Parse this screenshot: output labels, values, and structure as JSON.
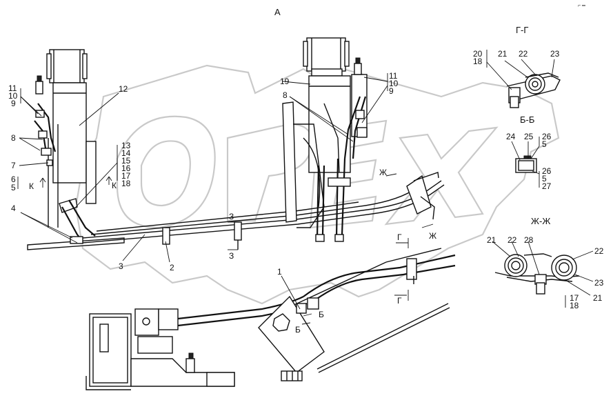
{
  "view_label": "А",
  "sections": {
    "gg": "Г-Г",
    "bb": "Б-Б",
    "zhzh": "Ж-Ж"
  },
  "watermark": "OPEX",
  "cut_marks": {
    "k_left": "К",
    "k_right": "К",
    "z_top": "З",
    "z_bottom": "З",
    "zh_top": "Ж",
    "zh_bottom": "Ж",
    "g_top": "Г",
    "g_bottom": "Г",
    "b_top": "Б",
    "b_bottom": "Б"
  },
  "callouts": {
    "c1": "1",
    "c2": "2",
    "c3": "3",
    "c4": "4",
    "c5": "5",
    "c6": "6",
    "c7": "7",
    "c8": "8",
    "c9": "9",
    "c10": "10",
    "c11": "11",
    "c12": "12",
    "c13": "13",
    "c14": "14",
    "c15": "15",
    "c16": "16",
    "c17": "17",
    "c18": "18",
    "c19": "19",
    "r8": "8",
    "r9": "9",
    "r10": "10",
    "r11": "11",
    "g20": "20",
    "g18": "18",
    "g21": "21",
    "g22": "22",
    "g23": "23",
    "b24": "24",
    "b25": "25",
    "b26a": "26",
    "b5a": "5",
    "b26b": "26",
    "b5b": "5",
    "b27": "27",
    "z21": "21",
    "z22": "22",
    "z28": "28",
    "z22r": "22",
    "z23": "23",
    "z21r": "21",
    "z17": "17",
    "z18": "18"
  },
  "colors": {
    "line": "#111111",
    "watermark": "#c9c9c9",
    "background": "#ffffff"
  }
}
